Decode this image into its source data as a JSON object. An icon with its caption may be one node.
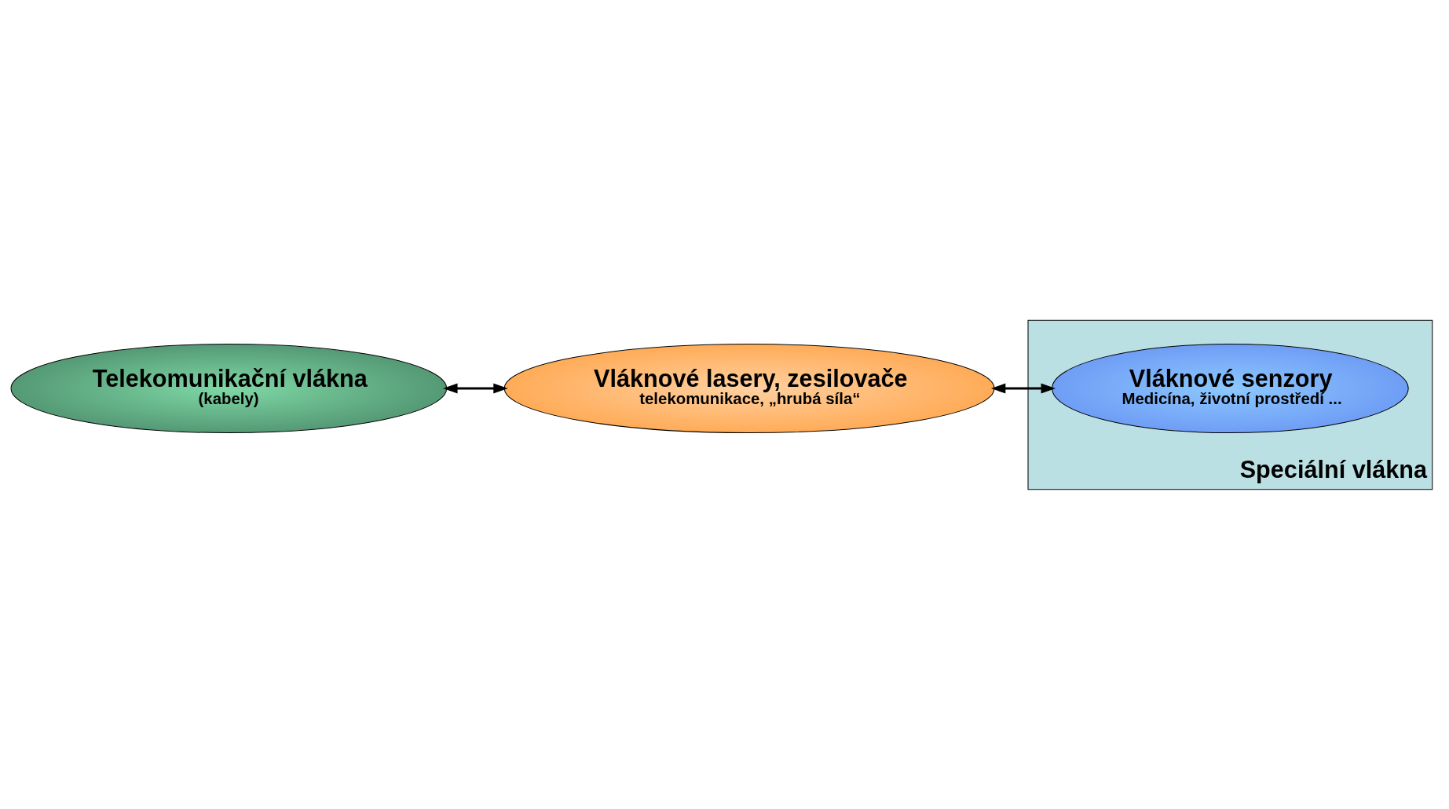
{
  "diagram": {
    "nodes": [
      {
        "text": [
          "Telekomunikační vlákna",
          "(kabely)"
        ]
      },
      {
        "text": [
          "Speciální vlákna"
        ]
      },
      {
        "text": [
          "Vláknové senzory",
          "Medicína, životní prostředí ..."
        ],
        "in": 1
      },
      {
        "text": [
          "Vláknové lasery, zesilovače",
          "telekomunikace, „hrubá síla“"
        ]
      }
    ],
    "edges": [
      {
        "from": 0,
        "to": 3,
        "arrow": "both"
      },
      {
        "from": 3,
        "to": 2,
        "arrow": "both"
      }
    ]
  }
}
